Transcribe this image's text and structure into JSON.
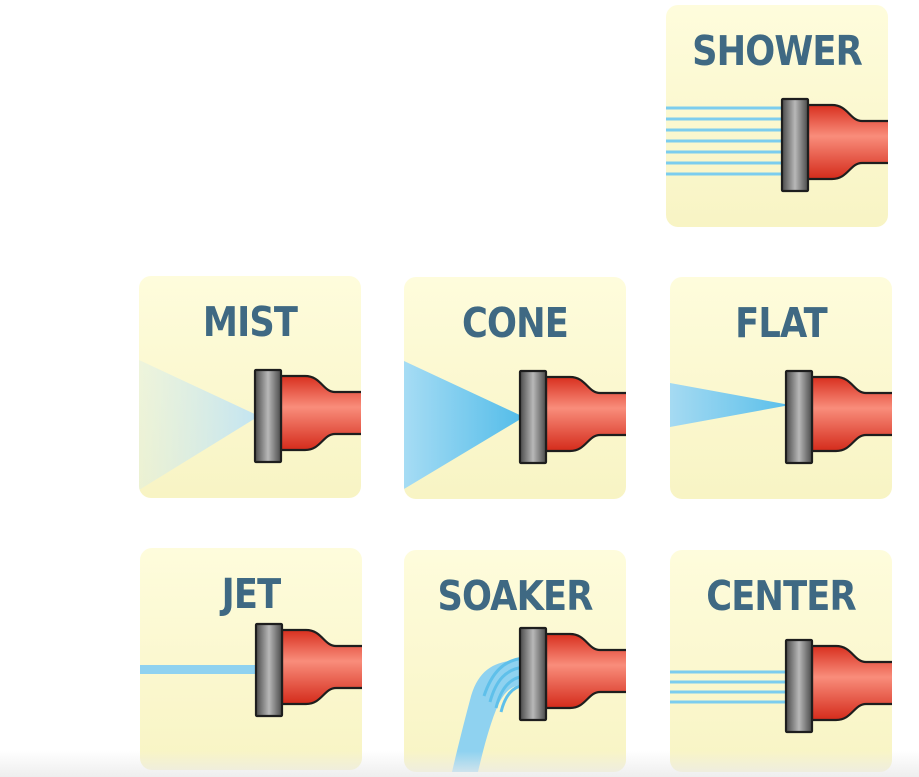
{
  "tiles": {
    "shower": {
      "label": "SHOWER"
    },
    "mist": {
      "label": "MIST"
    },
    "cone": {
      "label": "CONE"
    },
    "flat": {
      "label": "FLAT"
    },
    "jet": {
      "label": "JET"
    },
    "soaker": {
      "label": "SOAKER"
    },
    "center": {
      "label": "CENTER"
    }
  },
  "colors": {
    "tile_background": "#fbf7cf",
    "label_text": "#3f6983",
    "nozzle_red": "#e23b2a",
    "nozzle_highlight": "#f78e7c",
    "ring_gray": "#5e5e5e",
    "water_blue": "#5fc0ea"
  },
  "icons": [
    "spray-nozzle-icon"
  ]
}
